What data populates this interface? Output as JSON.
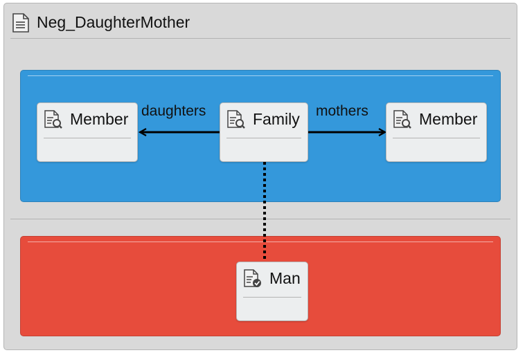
{
  "diagram": {
    "title": "Neg_DaughterMother",
    "colors": {
      "frame": "#d9d9d9",
      "positive_panel": "#3498db",
      "negative_panel": "#e74c3c",
      "node": "#eceeef"
    },
    "nodes": {
      "member_left": {
        "label": "Member",
        "icon": "pattern-search-icon"
      },
      "family": {
        "label": "Family",
        "icon": "pattern-search-icon"
      },
      "member_right": {
        "label": "Member",
        "icon": "pattern-search-icon"
      },
      "man": {
        "label": "Man",
        "icon": "pattern-check-icon"
      }
    },
    "edges": {
      "daughters": {
        "label": "daughters",
        "from": "Family",
        "to": "Member"
      },
      "mothers": {
        "label": "mothers",
        "from": "Family",
        "to": "Member"
      },
      "trace": {
        "label": "",
        "from": "Family",
        "to": "Man",
        "style": "dotted"
      }
    }
  }
}
